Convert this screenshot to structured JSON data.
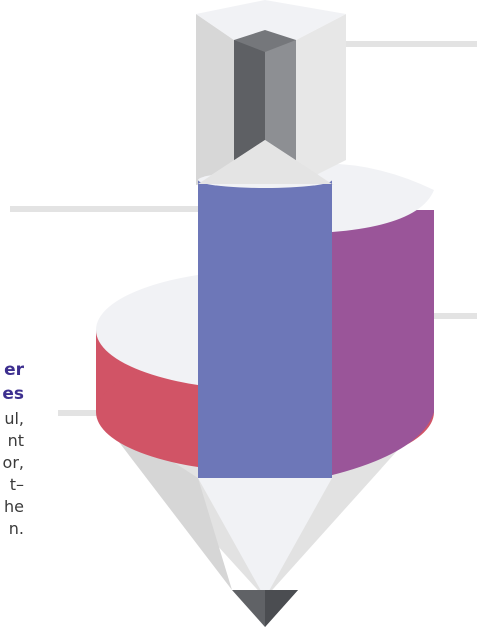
{
  "infographic": {
    "segment_colors": {
      "red": "#d15466",
      "blue": "#6d77b8",
      "purple": "#9a5599",
      "top_light": "#f0f1f4",
      "eraser_light": "#dcdcdc",
      "eraser_dark": "#5e6064",
      "line": "#e3e3e3"
    },
    "left_label": {
      "title_lines": [
        "er",
        "es"
      ],
      "body_lines": [
        "ul,",
        "nt",
        "or,",
        "t–",
        "he",
        "n."
      ]
    }
  }
}
